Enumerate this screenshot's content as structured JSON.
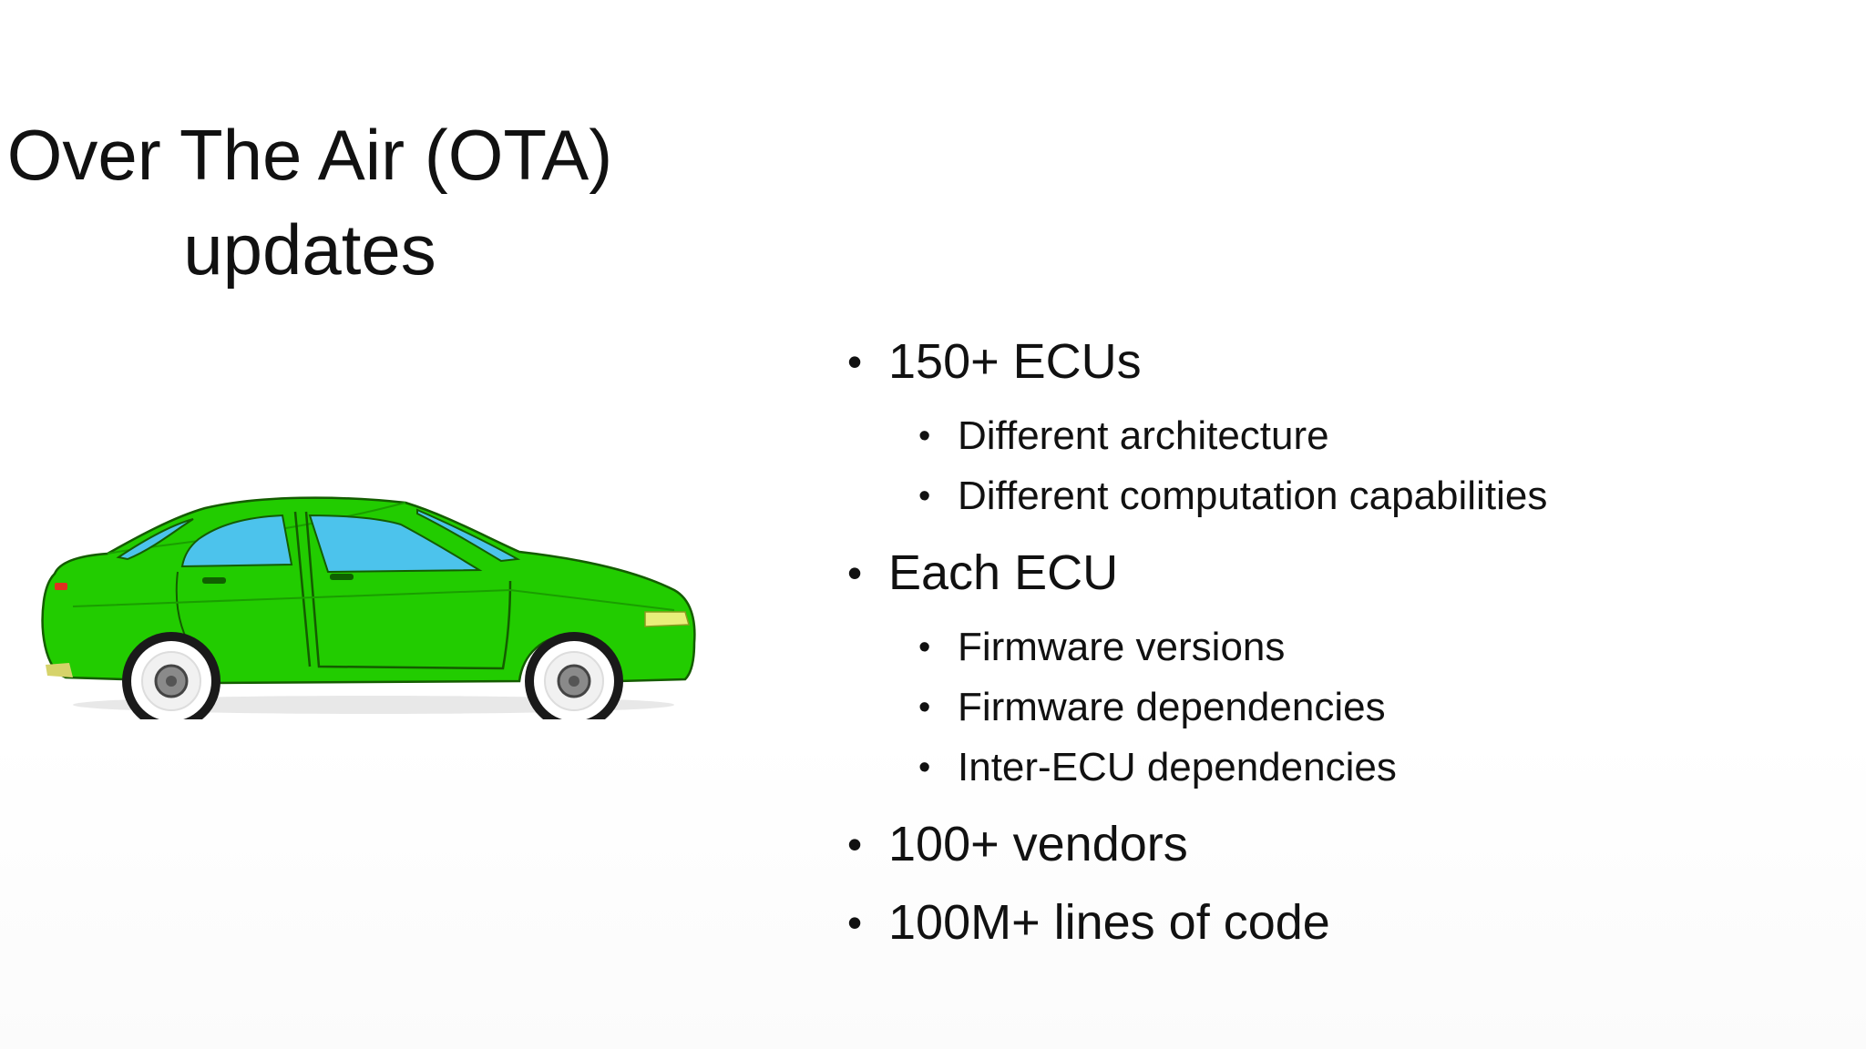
{
  "slide": {
    "title_line1": "Over The Air (OTA)",
    "title_line2": "updates",
    "image": {
      "icon": "green-sedan-car-icon",
      "body_color": "#22cc00",
      "window_color": "#4cc3ec"
    },
    "bullets": [
      {
        "text": "150+ ECUs",
        "sub": [
          "Different architecture",
          "Different computation capabilities"
        ]
      },
      {
        "text": "Each ECU",
        "sub": [
          "Firmware versions",
          "Firmware dependencies",
          "Inter-ECU dependencies"
        ]
      },
      {
        "text": "100+ vendors"
      },
      {
        "text": "100M+ lines of code"
      }
    ]
  }
}
